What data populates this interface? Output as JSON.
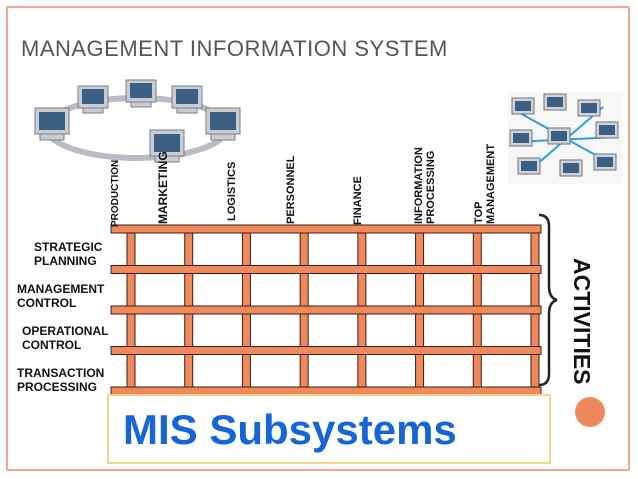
{
  "title": "MANAGEMENT INFORMATION SYSTEM",
  "functional_areas": [
    "PRODUCTION",
    "MARKETING",
    "LOGISTICS",
    "PERSONNEL",
    "FINANCE",
    "INFORMATION PROCESSING",
    "TOP MANAGEMENT"
  ],
  "activity_levels": [
    "STRATEGIC PLANNING",
    "MANAGEMENT CONTROL",
    "OPERATIONAL CONTROL",
    "TRANSACTION PROCESSING"
  ],
  "activities_label": "ACTIVITIES",
  "subsystems_label": "MIS Subsystems",
  "colors": {
    "grid_fill": "#f08a5d",
    "grid_stroke": "#3a1f14",
    "banner_text": "#1565d8",
    "banner_border": "#f5d48a",
    "accent_dot": "#f08a5d",
    "page_border": "#f0a88c"
  },
  "icons": [
    "computer-network-icon",
    "computer-network-icon"
  ]
}
